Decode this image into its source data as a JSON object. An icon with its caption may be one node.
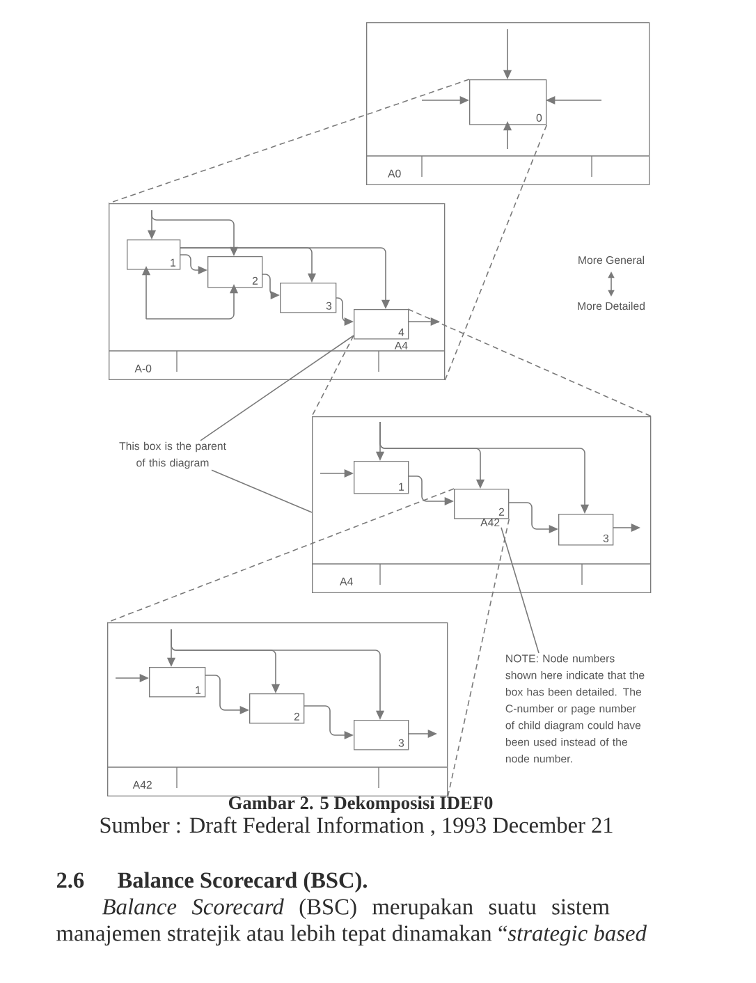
{
  "diagram": {
    "caption": "Gambar 2. 5 Dekomposisi IDEF0",
    "nodes": [
      {
        "text": [
          "A0"
        ]
      },
      {
        "text": [
          "0"
        ],
        "in": 0
      },
      {
        "text": [
          "A-0"
        ]
      },
      {
        "text": [
          "1"
        ],
        "in": 2
      },
      {
        "text": [
          "2"
        ],
        "in": 2
      },
      {
        "text": [
          "3"
        ],
        "in": 2
      },
      {
        "text": [
          "4"
        ],
        "in": 2,
        "beside": [
          "A4"
        ]
      },
      {
        "text": [
          "This box is the parent of this diagram"
        ]
      },
      {
        "text": [
          "A4"
        ]
      },
      {
        "text": [
          "1"
        ],
        "in": 8
      },
      {
        "text": [
          "2"
        ],
        "in": 8
      },
      {
        "text": [
          "A42"
        ],
        "in": 8
      },
      {
        "text": [
          "3"
        ],
        "in": 8
      },
      {
        "text": [
          "NOTE: Node numbers shown here indicate that the box has been detailed. The C-number or page number of child diagram could have been used instead of the node number."
        ]
      },
      {
        "text": [
          "A42"
        ]
      },
      {
        "text": [
          "1"
        ],
        "in": 14
      },
      {
        "text": [
          "2"
        ],
        "in": 14
      },
      {
        "text": [
          "3"
        ],
        "in": 14
      }
    ],
    "edges": [
      {
        "from": null,
        "to": 1,
        "arrow": "to"
      },
      {
        "from": null,
        "to": 1,
        "arrow": "to"
      },
      {
        "from": null,
        "to": 1,
        "arrow": "to"
      },
      {
        "from": null,
        "to": 1,
        "arrow": "to"
      },
      {
        "from": 1,
        "to": 2,
        "arrow": "none",
        "style": "dashed"
      },
      {
        "from": 1,
        "to": 2,
        "arrow": "none",
        "style": "dashed"
      },
      {
        "from": null,
        "to": 3,
        "arrow": "to"
      },
      {
        "from": null,
        "to": 4,
        "arrow": "to"
      },
      {
        "from": 3,
        "to": 4,
        "arrow": "to"
      },
      {
        "from": 3,
        "to": 5,
        "arrow": "to"
      },
      {
        "from": 3,
        "to": 6,
        "arrow": "to"
      },
      {
        "from": 4,
        "to": 5,
        "arrow": "to"
      },
      {
        "from": 5,
        "to": 6,
        "arrow": "to"
      },
      {
        "from": 6,
        "to": null,
        "arrow": "to"
      },
      {
        "from": null,
        "to": 3,
        "arrow": "to"
      },
      {
        "from": null,
        "to": 4,
        "arrow": "to"
      },
      {
        "from": 6,
        "to": 8,
        "arrow": "none",
        "style": "dashed"
      },
      {
        "from": 6,
        "to": 8,
        "arrow": "none",
        "style": "dashed"
      },
      {
        "from": 7,
        "to": 6,
        "arrow": "none"
      },
      {
        "from": 7,
        "to": 8,
        "arrow": "none"
      },
      {
        "from": null,
        "to": 9,
        "arrow": "to"
      },
      {
        "from": null,
        "to": 9,
        "arrow": "to"
      },
      {
        "from": null,
        "to": 10,
        "arrow": "to"
      },
      {
        "from": null,
        "to": 12,
        "arrow": "to"
      },
      {
        "from": 9,
        "to": 10,
        "arrow": "to"
      },
      {
        "from": 10,
        "to": 12,
        "arrow": "to"
      },
      {
        "from": 12,
        "to": null,
        "arrow": "to"
      },
      {
        "from": 10,
        "to": 14,
        "arrow": "none",
        "style": "dashed"
      },
      {
        "from": 10,
        "to": 14,
        "arrow": "none",
        "style": "dashed"
      },
      {
        "from": 13,
        "to": 11,
        "arrow": "none"
      },
      {
        "from": null,
        "to": 15,
        "arrow": "to"
      },
      {
        "from": null,
        "to": 15,
        "arrow": "to"
      },
      {
        "from": null,
        "to": 16,
        "arrow": "to"
      },
      {
        "from": null,
        "to": 17,
        "arrow": "to"
      },
      {
        "from": 15,
        "to": 16,
        "arrow": "to"
      },
      {
        "from": 16,
        "to": 17,
        "arrow": "to"
      },
      {
        "from": 17,
        "to": null,
        "arrow": "to"
      }
    ],
    "labels": [
      "More General",
      "More Detailed",
      "Sumber : Draft Federal Information , 1993 December 21",
      "2.6",
      "Balance Scorecard (BSC).",
      "*Balance Scorecard* (BSC) merupakan suatu sistem manajemen stratejik atau lebih tepat dinamakan “*strategic based*"
    ]
  }
}
